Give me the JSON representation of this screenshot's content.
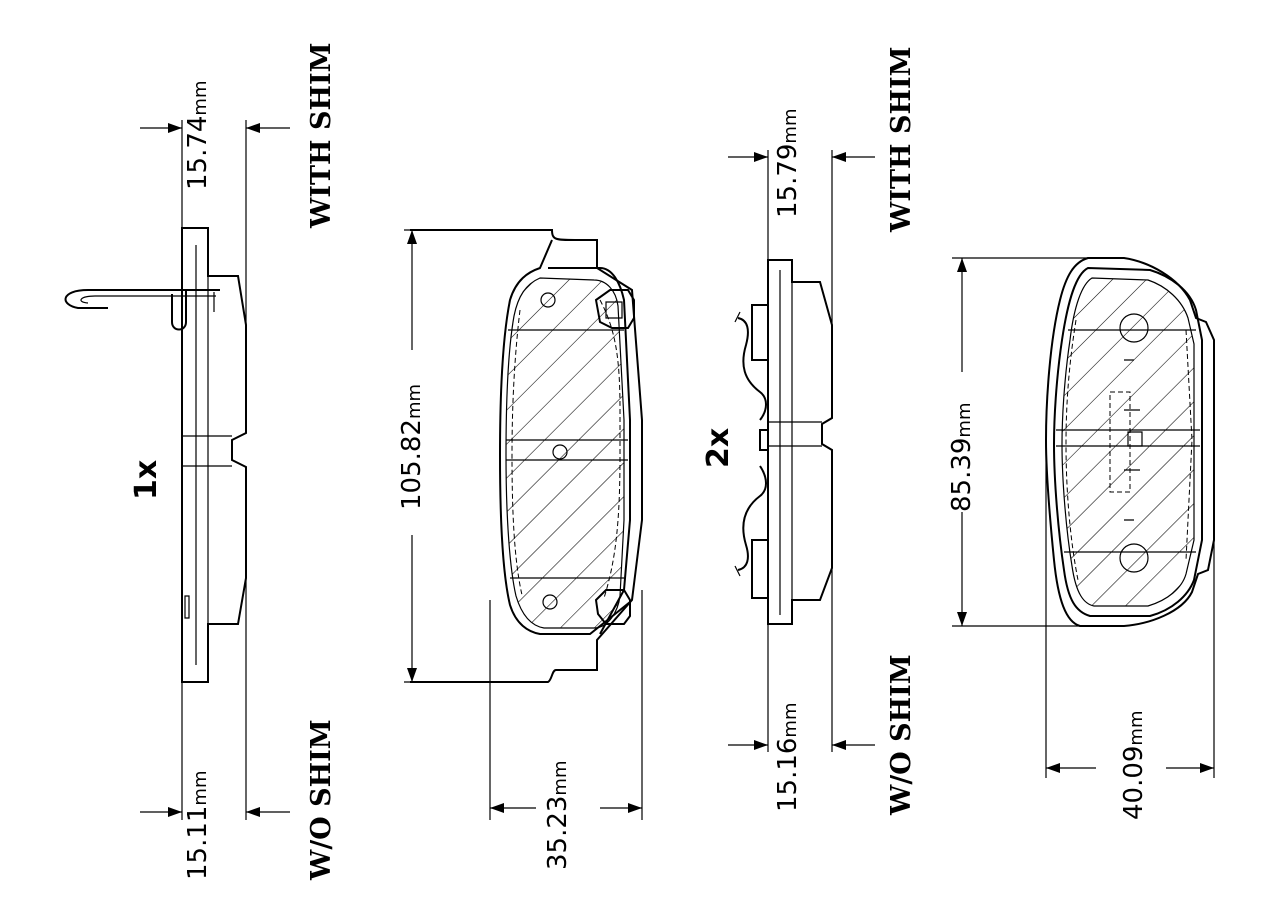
{
  "left_pad": {
    "quantity": "1x",
    "with_shim_label": "WITH SHIM",
    "with_shim_thickness": "15.74",
    "without_shim_label": "W/O SHIM",
    "without_shim_thickness": "15.11",
    "length": "105.82",
    "height": "35.23"
  },
  "right_pad": {
    "quantity": "2x",
    "with_shim_label": "WITH SHIM",
    "with_shim_thickness": "15.79",
    "without_shim_label": "W/O SHIM",
    "without_shim_thickness": "15.16",
    "length": "85.39",
    "height": "40.09"
  },
  "unit": "mm"
}
